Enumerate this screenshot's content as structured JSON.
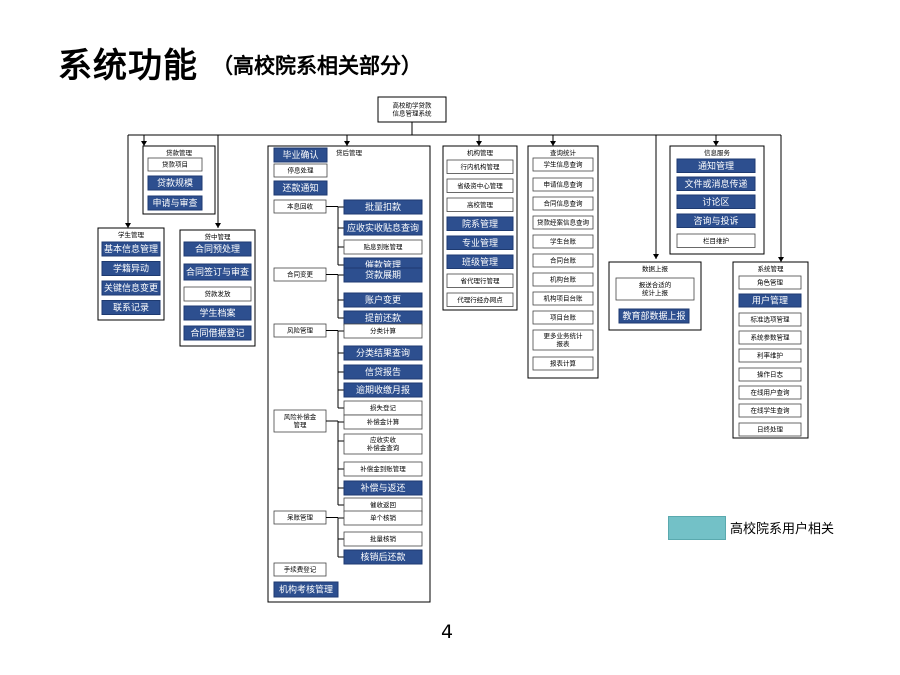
{
  "title": {
    "main": "系统功能",
    "sub": "（高校院系相关部分）"
  },
  "page_number": "4",
  "legend": {
    "label": "高校院系用户相关",
    "color": "#73c1c7"
  },
  "colors": {
    "highlight_fill": "#2d4f8f",
    "highlight_text": "#ffffff",
    "box_border": "#444444",
    "line": "#000000"
  },
  "root": {
    "label": "高校助学贷款\n信息管理系统"
  },
  "modules": {
    "loan_mgmt": {
      "title": "贷款管理",
      "items": [
        "贷款项目",
        "贷款规模",
        "申请与审查"
      ]
    },
    "student_mgmt": {
      "title": "学生管理",
      "items": [
        "基本信息管理",
        "学籍异动",
        "关键信息变更",
        "联系记录"
      ]
    },
    "contract_mgmt": {
      "title": "贷中管理",
      "items": [
        "合同预处理",
        "合同签订与审查",
        "贷款发放",
        "学生档案",
        "合同借据登记"
      ]
    },
    "post_loan": {
      "title": "贷后管理",
      "top_items": [
        "毕业确认",
        "停息处理",
        "还款通知"
      ],
      "groups": [
        {
          "label": "本息回收",
          "items": [
            "批量扣款",
            "应收实收贴息查询",
            "贴息到账管理",
            "催款管理"
          ]
        },
        {
          "label": "合同变更",
          "items": [
            "贷款展期",
            "账户变更",
            "提前还款"
          ]
        },
        {
          "label": "风险管理",
          "items": [
            "分类计算",
            "分类结果查询",
            "信贷报告",
            "逾期收缴月报",
            "损失登记"
          ]
        },
        {
          "label": "风险补偿金\n管理",
          "items": [
            "补偿金计算",
            "应收实收\n补偿金查询",
            "补偿金到账管理",
            "补偿与返还",
            "催收返回"
          ]
        },
        {
          "label": "呆账管理",
          "items": [
            "单个核销",
            "批量核销",
            "核销后还款"
          ]
        }
      ],
      "bottom_items": [
        "手续费登记",
        "机构考核管理"
      ]
    },
    "institution_mgmt": {
      "title": "机构管理",
      "items": [
        "行内机构管理",
        "省级资中心管理",
        "高校管理",
        "院系管理",
        "专业管理",
        "班级管理",
        "省代理行管理",
        "代理行经办网点"
      ]
    },
    "query_stats": {
      "title": "查询统计",
      "items": [
        "学生信息查询",
        "申请信息查询",
        "合同信息查询",
        "贷款经案信息查询",
        "学生台账",
        "合同台账",
        "机构台账",
        "机构项目台账",
        "项目台账",
        "更多业务统计\n报表",
        "报表计算"
      ]
    },
    "info_service": {
      "title": "信息服务",
      "items": [
        "通知管理",
        "文件或消息传递",
        "讨论区",
        "咨询与投诉",
        "栏目维护"
      ]
    },
    "data_report": {
      "title": "数据上报",
      "items": [
        "报送合适的\n统计上报",
        "教育部数据上报"
      ]
    },
    "system_mgmt": {
      "title": "系统管理",
      "items": [
        "角色管理",
        "用户管理",
        "标准选项管理",
        "系统参数管理",
        "利率维护",
        "操作日志",
        "在线用户查询",
        "在线学生查询",
        "日终处理"
      ]
    }
  }
}
